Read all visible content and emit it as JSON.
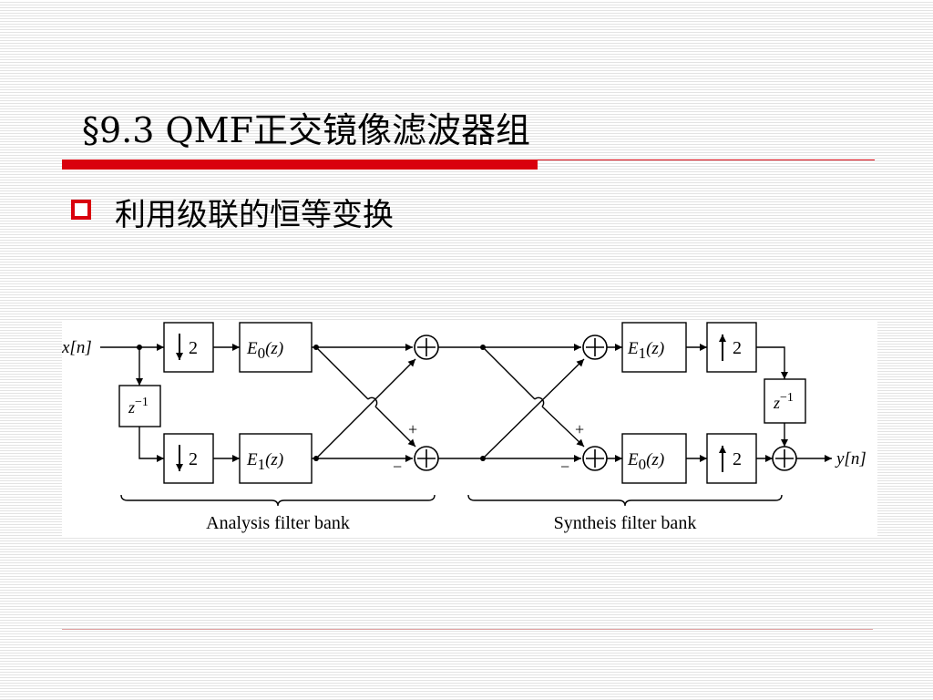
{
  "slide": {
    "title": "§9.3 QMF正交镜像滤波器组",
    "bullet": "利用级联的恒等变换",
    "accent_color": "#d9000d"
  },
  "diagram": {
    "input_label": "x[n]",
    "output_label": "y[n]",
    "delay_label": {
      "base": "z",
      "exp": "−1"
    },
    "downsample_factor": "2",
    "upsample_factor": "2",
    "blocks": {
      "analysis_top": {
        "letter": "E",
        "sub": "0",
        "arg": "(z)"
      },
      "analysis_bottom": {
        "letter": "E",
        "sub": "1",
        "arg": "(z)"
      },
      "synthesis_top": {
        "letter": "E",
        "sub": "1",
        "arg": "(z)"
      },
      "synthesis_bottom": {
        "letter": "E",
        "sub": "0",
        "arg": "(z)"
      }
    },
    "plus_sign": "+",
    "minus_sign": "−",
    "analysis_label": "Analysis filter bank",
    "synthesis_label": "Syntheis filter bank"
  }
}
